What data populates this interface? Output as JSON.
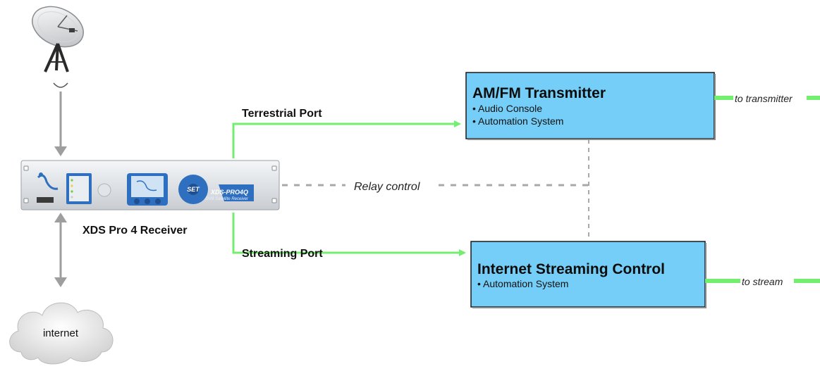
{
  "labels": {
    "terrestrial_port": "Terrestrial Port",
    "streaming_port": "Streaming Port",
    "relay_control": "Relay control",
    "receiver_caption": "XDS Pro 4 Receiver",
    "to_transmitter": "to transmitter",
    "to_stream": "to stream"
  },
  "transmitter_box": {
    "title": "AM/FM Transmitter",
    "items": [
      "• Audio Console",
      "• Automation System"
    ]
  },
  "streaming_box": {
    "title": "Internet Streaming Control",
    "items": [
      "• Automation System"
    ]
  },
  "cloud": {
    "label": "internet"
  },
  "device": {
    "model": "XDS-PRO4Q",
    "subtitle": "DVB Satellite Receiver",
    "nav_center": "SET"
  },
  "colors": {
    "connection_green": "#74ee6e",
    "box_fill": "#74cef7",
    "box_border": "#1a1a1a",
    "gray_arrow": "#9e9e9e",
    "dashed_line": "#a8a8a8",
    "device_blue": "#2f6fbf"
  },
  "icons": {
    "satellite_dish": "satellite-dish-icon",
    "cloud": "cloud-icon",
    "receiver": "rack-receiver-icon"
  }
}
